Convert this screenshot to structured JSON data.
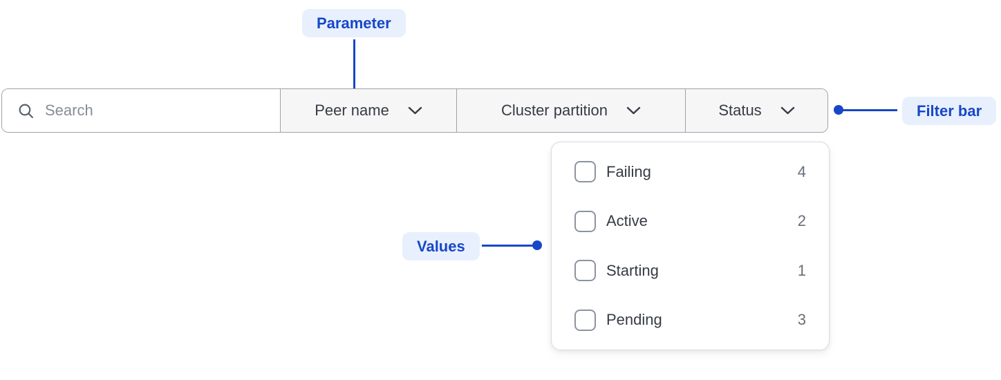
{
  "annotations": {
    "parameter": {
      "label": "Parameter"
    },
    "filter_bar": {
      "label": "Filter bar"
    },
    "values": {
      "label": "Values"
    }
  },
  "filter_bar": {
    "search": {
      "placeholder": "Search",
      "value": ""
    },
    "dropdowns": [
      {
        "label": "Peer name",
        "expanded": false
      },
      {
        "label": "Cluster partition",
        "expanded": false
      },
      {
        "label": "Status",
        "expanded": true
      }
    ]
  },
  "status_panel": {
    "options": [
      {
        "label": "Failing",
        "count": "4",
        "checked": false
      },
      {
        "label": "Active",
        "count": "2",
        "checked": false
      },
      {
        "label": "Starting",
        "count": "1",
        "checked": false
      },
      {
        "label": "Pending",
        "count": "3",
        "checked": false
      }
    ]
  },
  "colors": {
    "annotation_blue": "#1747C8",
    "annotation_badge_bg": "#E8F0FD",
    "bar_border": "#9CA1A9",
    "segment_bg": "#F6F6F7",
    "panel_border": "#D9DBDF",
    "label_text": "#363B44",
    "count_text": "#676E79",
    "placeholder_text": "#878D96",
    "checkbox_border": "#8C93A0"
  }
}
